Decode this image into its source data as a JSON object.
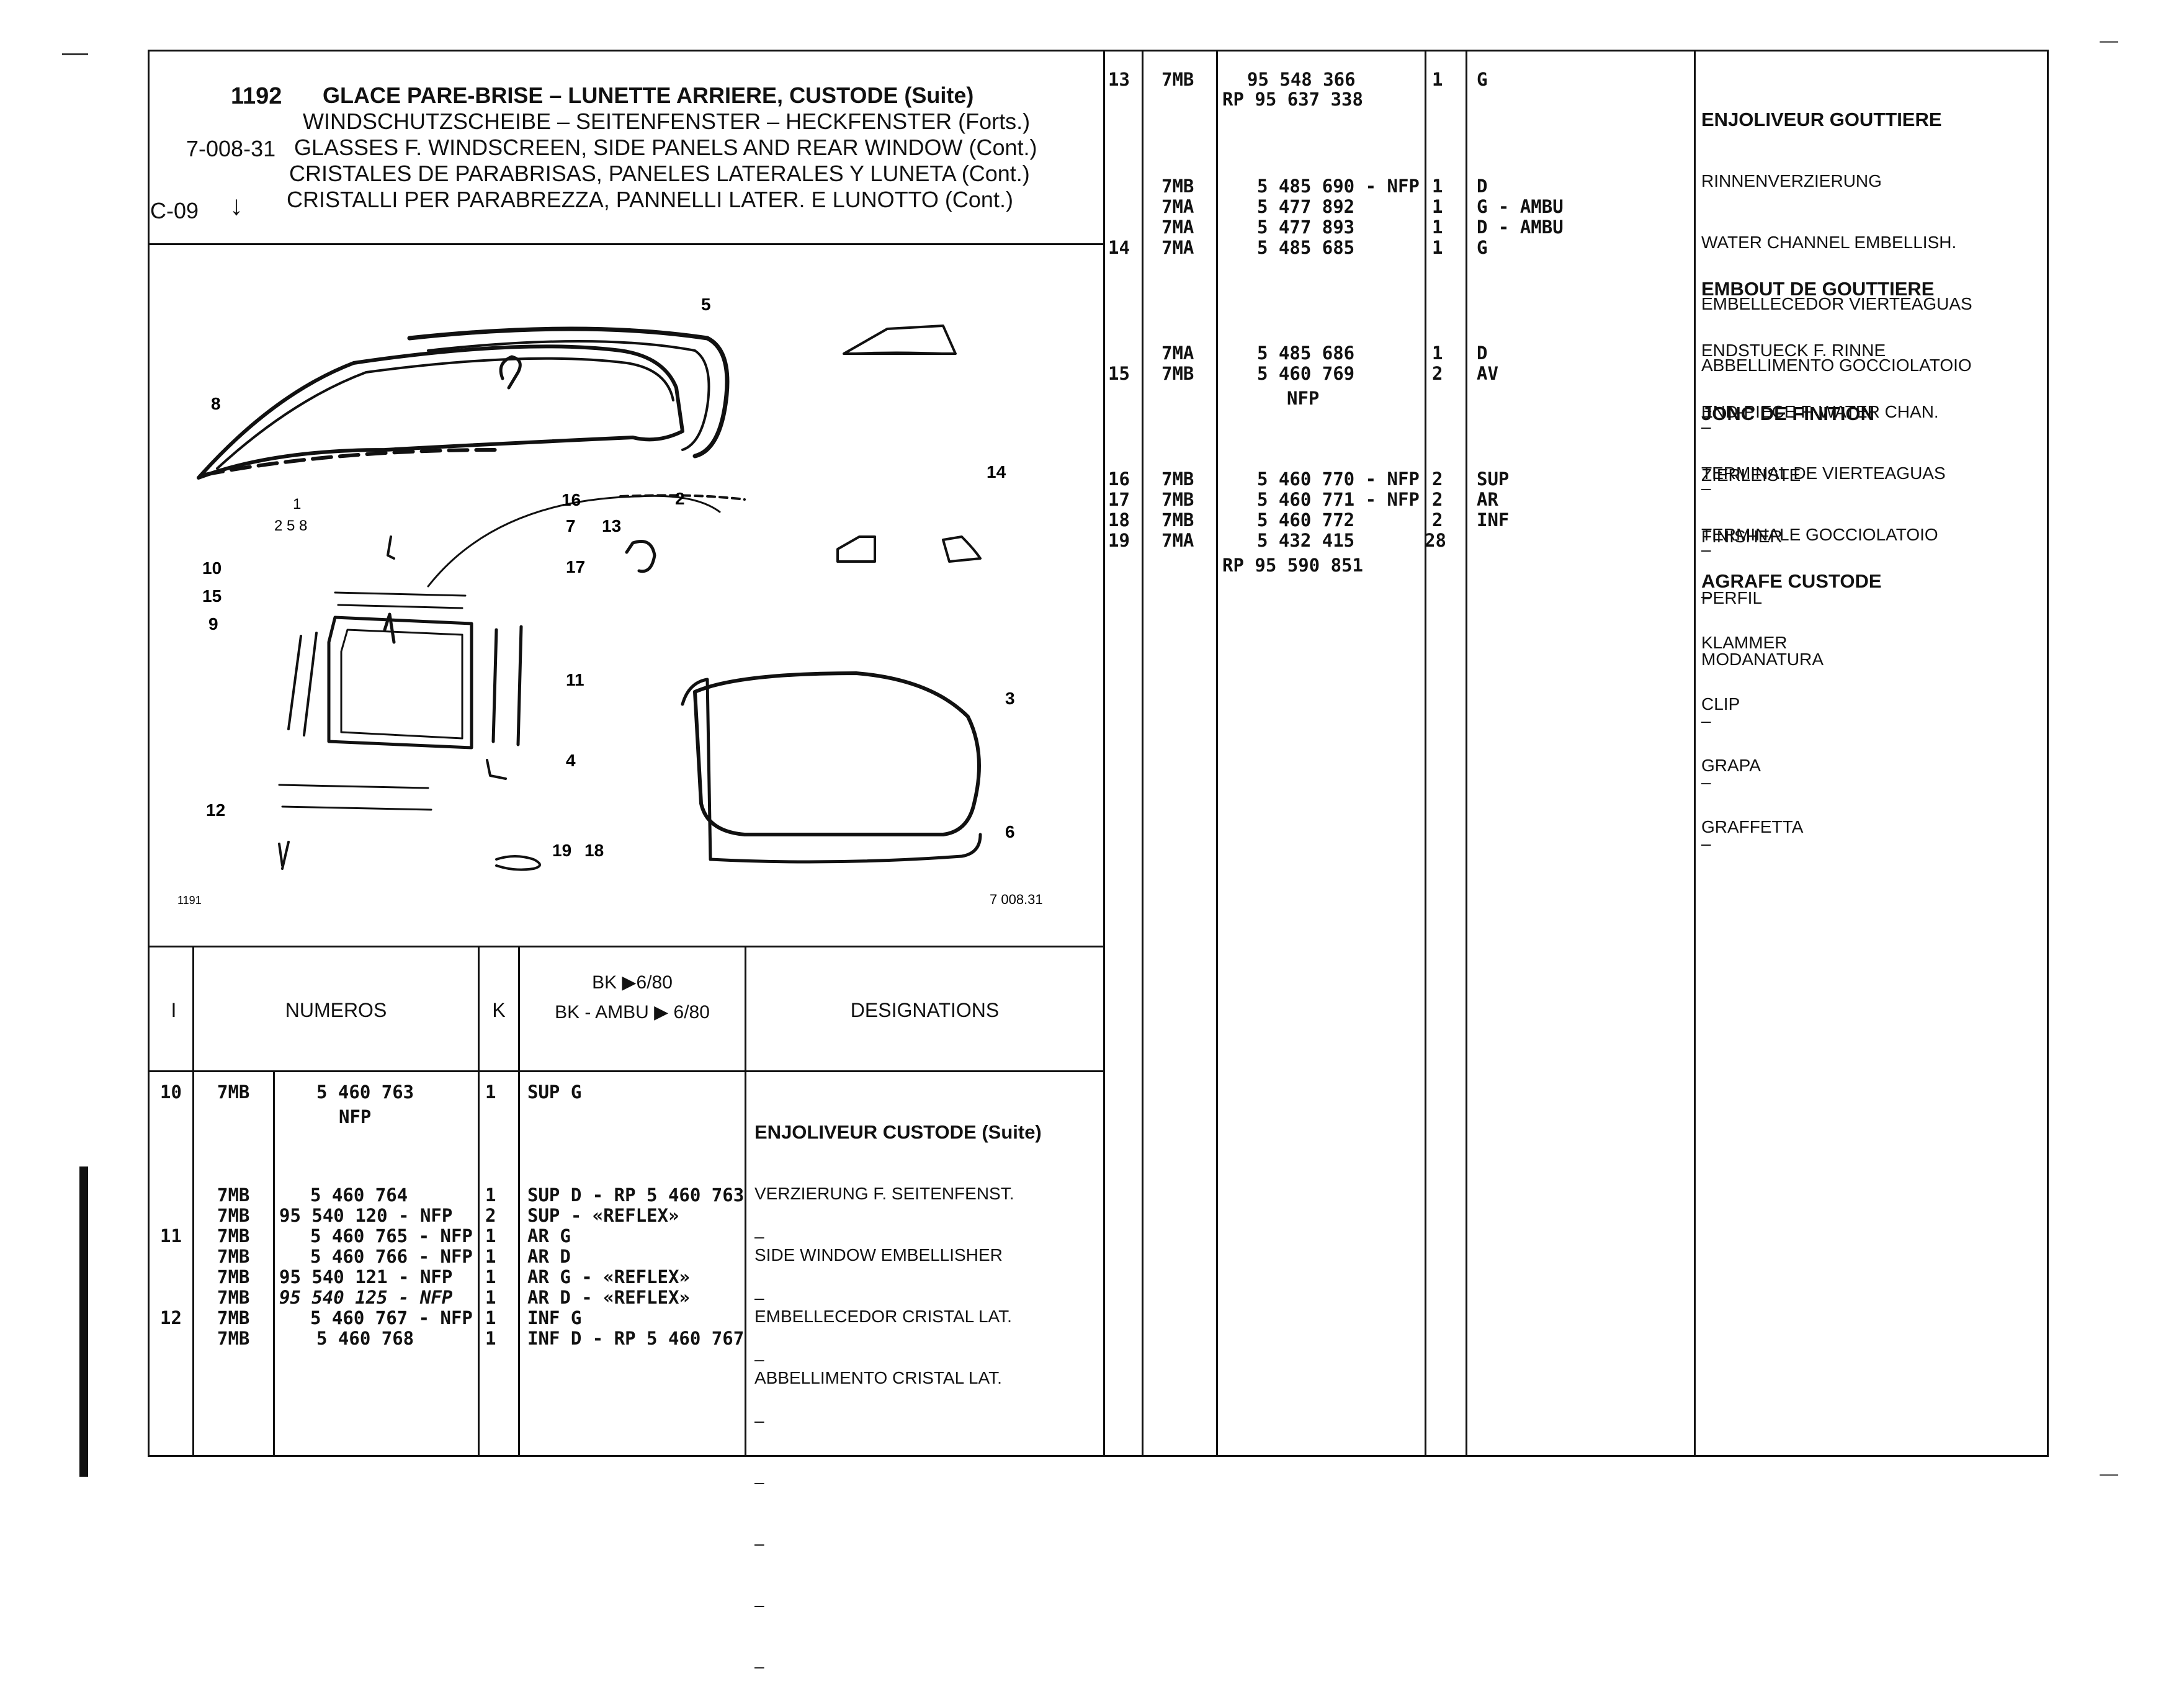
{
  "header": {
    "group": "1192",
    "ref": "7-008-31",
    "code": "C-09",
    "arrow": "↓",
    "titles": [
      "GLACE PARE-BRISE – LUNETTE ARRIERE, CUSTODE (Suite)",
      "WINDSCHUTZSCHEIBE – SEITENFENSTER – HECKFENSTER (Forts.)",
      "GLASSES F. WINDSCREEN, SIDE PANELS AND REAR WINDOW (Cont.)",
      "CRISTALES DE PARABRISAS, PANELES LATERALES Y LUNETA (Cont.)",
      "CRISTALLI PER PARABREZZA, PANNELLI LATER. E LUNOTTO (Cont.)"
    ]
  },
  "figure": {
    "id_left": "1191",
    "id_right": "7 008.31",
    "callouts": [
      "8",
      "5",
      "14",
      "16",
      "2",
      "1",
      "2 5 8",
      "7",
      "13",
      "10",
      "17",
      "15",
      "9",
      "11",
      "3",
      "4",
      "12",
      "6",
      "19",
      "18"
    ]
  },
  "table_header": {
    "col_i": "I",
    "col_numeros": "NUMEROS",
    "col_k": "K",
    "col_bk_line1": "BK ▶6/80",
    "col_bk_line2": "BK - AMBU ▶ 6/80",
    "col_designations": "DESIGNATIONS"
  },
  "left_rows": [
    {
      "item": "10",
      "prefix": "7MB",
      "number": "5 460 763",
      "qty": "1",
      "spec": "SUP G"
    },
    {
      "item": "",
      "prefix": "",
      "number": "NFP",
      "qty": "",
      "spec": ""
    },
    {
      "item": "",
      "prefix": "7MB",
      "number": "5 460 764",
      "qty": "1",
      "spec": "SUP D - RP 5 460 763"
    },
    {
      "item": "",
      "prefix": "7MB",
      "number": "95 540 120 - NFP",
      "qty": "2",
      "spec": "SUP - «REFLEX»"
    },
    {
      "item": "11",
      "prefix": "7MB",
      "number": "5 460 765 - NFP",
      "qty": "1",
      "spec": "AR G"
    },
    {
      "item": "",
      "prefix": "7MB",
      "number": "5 460 766 - NFP",
      "qty": "1",
      "spec": "AR D"
    },
    {
      "item": "",
      "prefix": "7MB",
      "number": "95 540 121 - NFP",
      "qty": "1",
      "spec": "AR G - «REFLEX»"
    },
    {
      "item": "",
      "prefix": "7MB",
      "number": "95 540 125 - NFP",
      "qty": "1",
      "spec": "AR D - «REFLEX»"
    },
    {
      "item": "12",
      "prefix": "7MB",
      "number": "5 460 767 - NFP",
      "qty": "1",
      "spec": "INF G"
    },
    {
      "item": "",
      "prefix": "7MB",
      "number": "5 460 768",
      "qty": "1",
      "spec": "INF D - RP 5 460 767"
    }
  ],
  "left_desc": {
    "title": "ENJOLIVEUR CUSTODE (Suite)",
    "lines": [
      "VERZIERUNG F. SEITENFENST.",
      "SIDE WINDOW EMBELLISHER",
      "EMBELLECEDOR CRISTAL LAT.",
      "ABBELLIMENTO CRISTAL LAT."
    ],
    "dashes": [
      "–",
      "–",
      "–",
      "–",
      "–",
      "–",
      "–",
      "–"
    ]
  },
  "right_rows": [
    {
      "item": "13",
      "prefix": "7MB",
      "number": "95 548 366",
      "qty": "1",
      "spec": "G"
    },
    {
      "item": "",
      "prefix": "",
      "number": "RP 95 637 338",
      "qty": "",
      "spec": ""
    },
    {
      "item": "",
      "prefix": "7MB",
      "number": "5 485 690 - NFP",
      "qty": "1",
      "spec": "D"
    },
    {
      "item": "",
      "prefix": "7MA",
      "number": "5 477 892",
      "qty": "1",
      "spec": "G - AMBU"
    },
    {
      "item": "",
      "prefix": "7MA",
      "number": "5 477 893",
      "qty": "1",
      "spec": "D - AMBU"
    },
    {
      "item": "14",
      "prefix": "7MA",
      "number": "5 485 685",
      "qty": "1",
      "spec": "G"
    },
    {
      "item": "",
      "prefix": "7MA",
      "number": "5 485 686",
      "qty": "1",
      "spec": "D"
    },
    {
      "item": "15",
      "prefix": "7MB",
      "number": "5 460 769",
      "qty": "2",
      "spec": "AV"
    },
    {
      "item": "",
      "prefix": "",
      "number": "NFP",
      "qty": "",
      "spec": ""
    },
    {
      "item": "16",
      "prefix": "7MB",
      "number": "5 460 770 - NFP",
      "qty": "2",
      "spec": "SUP"
    },
    {
      "item": "17",
      "prefix": "7MB",
      "number": "5 460 771 - NFP",
      "qty": "2",
      "spec": "AR"
    },
    {
      "item": "18",
      "prefix": "7MB",
      "number": "5 460 772",
      "qty": "2",
      "spec": "INF"
    },
    {
      "item": "19",
      "prefix": "7MA",
      "number": "5 432 415",
      "qty": "28",
      "spec": ""
    },
    {
      "item": "",
      "prefix": "",
      "number": "RP 95 590 851",
      "qty": "",
      "spec": ""
    }
  ],
  "right_desc": [
    {
      "title": "ENJOLIVEUR GOUTTIERE",
      "lines": [
        "RINNENVERZIERUNG",
        "WATER CHANNEL EMBELLISH.",
        "EMBELLECEDOR VIERTEAGUAS",
        "ABBELLIMENTO GOCCIOLATOIO"
      ]
    },
    {
      "title": "EMBOUT DE GOUTTIERE",
      "lines": [
        "ENDSTUECK F. RINNE",
        "END-PIECE F. WATER CHAN.",
        "TERMINAL DE VIERTEAGUAS",
        "TERMINALE GOCCIOLATOIO"
      ]
    },
    {
      "title": "JONC DE FINITION",
      "lines": [
        "ZIERLEISTE",
        "FINISHER",
        "PERFIL",
        "MODANATURA"
      ]
    },
    {
      "title": "AGRAFE CUSTODE",
      "lines": [
        "KLAMMER",
        "CLIP",
        "GRAPA",
        "GRAFFETTA"
      ]
    }
  ],
  "right_dashes": [
    "–",
    "–",
    "–",
    "–",
    "–",
    "–",
    "–"
  ]
}
